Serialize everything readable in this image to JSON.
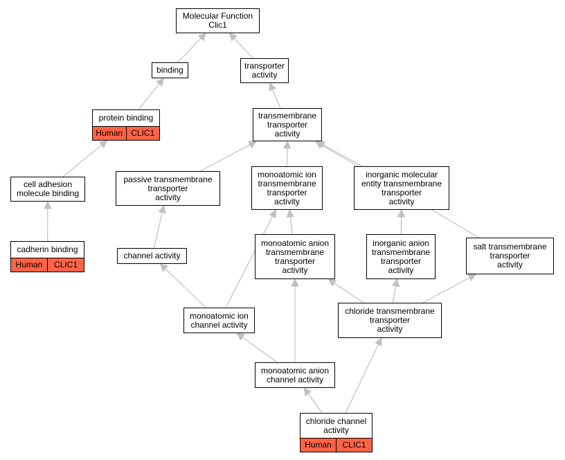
{
  "colors": {
    "annotation": "#ff6347",
    "edge": "#c0c0c0",
    "border": "#000000"
  },
  "nodes": {
    "root": {
      "lines": [
        "Molecular Function",
        "Clic1"
      ]
    },
    "binding": {
      "lines": [
        "binding"
      ]
    },
    "transporter": {
      "lines": [
        "transporter",
        "activity"
      ]
    },
    "protein_binding": {
      "lines": [
        "protein binding"
      ],
      "tags": [
        "Human",
        "CLIC1"
      ]
    },
    "tm_transporter": {
      "lines": [
        "transmembrane",
        "transporter",
        "activity"
      ]
    },
    "cell_adhesion": {
      "lines": [
        "cell adhesion",
        "molecule binding"
      ]
    },
    "passive_tm": {
      "lines": [
        "passive transmembrane",
        "transporter",
        "activity"
      ]
    },
    "mono_ion_tm": {
      "lines": [
        "monoatomic ion",
        "transmembrane",
        "transporter",
        "activity"
      ]
    },
    "inorg_mol_tm": {
      "lines": [
        "inorganic molecular",
        "entity transmembrane",
        "transporter",
        "activity"
      ]
    },
    "cadherin": {
      "lines": [
        "cadherin binding"
      ],
      "tags": [
        "Human",
        "CLIC1"
      ]
    },
    "channel": {
      "lines": [
        "channel activity"
      ]
    },
    "mono_anion_tm": {
      "lines": [
        "monoatomic anion",
        "transmembrane",
        "transporter",
        "activity"
      ]
    },
    "inorg_anion_tm": {
      "lines": [
        "inorganic anion",
        "transmembrane",
        "transporter",
        "activity"
      ]
    },
    "salt_tm": {
      "lines": [
        "salt transmembrane",
        "transporter",
        "activity"
      ]
    },
    "mono_ion_channel": {
      "lines": [
        "monoatomic ion",
        "channel activity"
      ]
    },
    "chloride_tm": {
      "lines": [
        "chloride transmembrane",
        "transporter",
        "activity"
      ]
    },
    "mono_anion_channel": {
      "lines": [
        "monoatomic anion",
        "channel activity"
      ]
    },
    "chloride_channel": {
      "lines": [
        "chloride channel",
        "activity"
      ],
      "tags": [
        "Human",
        "CLIC1"
      ]
    }
  },
  "edges": [
    {
      "from": "binding",
      "to": "root"
    },
    {
      "from": "transporter",
      "to": "root"
    },
    {
      "from": "protein_binding",
      "to": "binding"
    },
    {
      "from": "tm_transporter",
      "to": "transporter"
    },
    {
      "from": "cell_adhesion",
      "to": "protein_binding"
    },
    {
      "from": "passive_tm",
      "to": "tm_transporter"
    },
    {
      "from": "mono_ion_tm",
      "to": "tm_transporter"
    },
    {
      "from": "inorg_mol_tm",
      "to": "tm_transporter"
    },
    {
      "from": "salt_tm",
      "to": "tm_transporter"
    },
    {
      "from": "cadherin",
      "to": "cell_adhesion"
    },
    {
      "from": "channel",
      "to": "passive_tm"
    },
    {
      "from": "mono_anion_tm",
      "to": "mono_ion_tm"
    },
    {
      "from": "mono_ion_channel",
      "to": "mono_ion_tm"
    },
    {
      "from": "inorg_anion_tm",
      "to": "inorg_mol_tm"
    },
    {
      "from": "mono_ion_channel",
      "to": "channel"
    },
    {
      "from": "chloride_tm",
      "to": "mono_anion_tm"
    },
    {
      "from": "mono_anion_channel",
      "to": "mono_anion_tm"
    },
    {
      "from": "chloride_tm",
      "to": "inorg_anion_tm"
    },
    {
      "from": "chloride_tm",
      "to": "salt_tm"
    },
    {
      "from": "mono_anion_channel",
      "to": "mono_ion_channel"
    },
    {
      "from": "chloride_channel",
      "to": "mono_anion_channel"
    },
    {
      "from": "chloride_channel",
      "to": "chloride_tm"
    }
  ]
}
